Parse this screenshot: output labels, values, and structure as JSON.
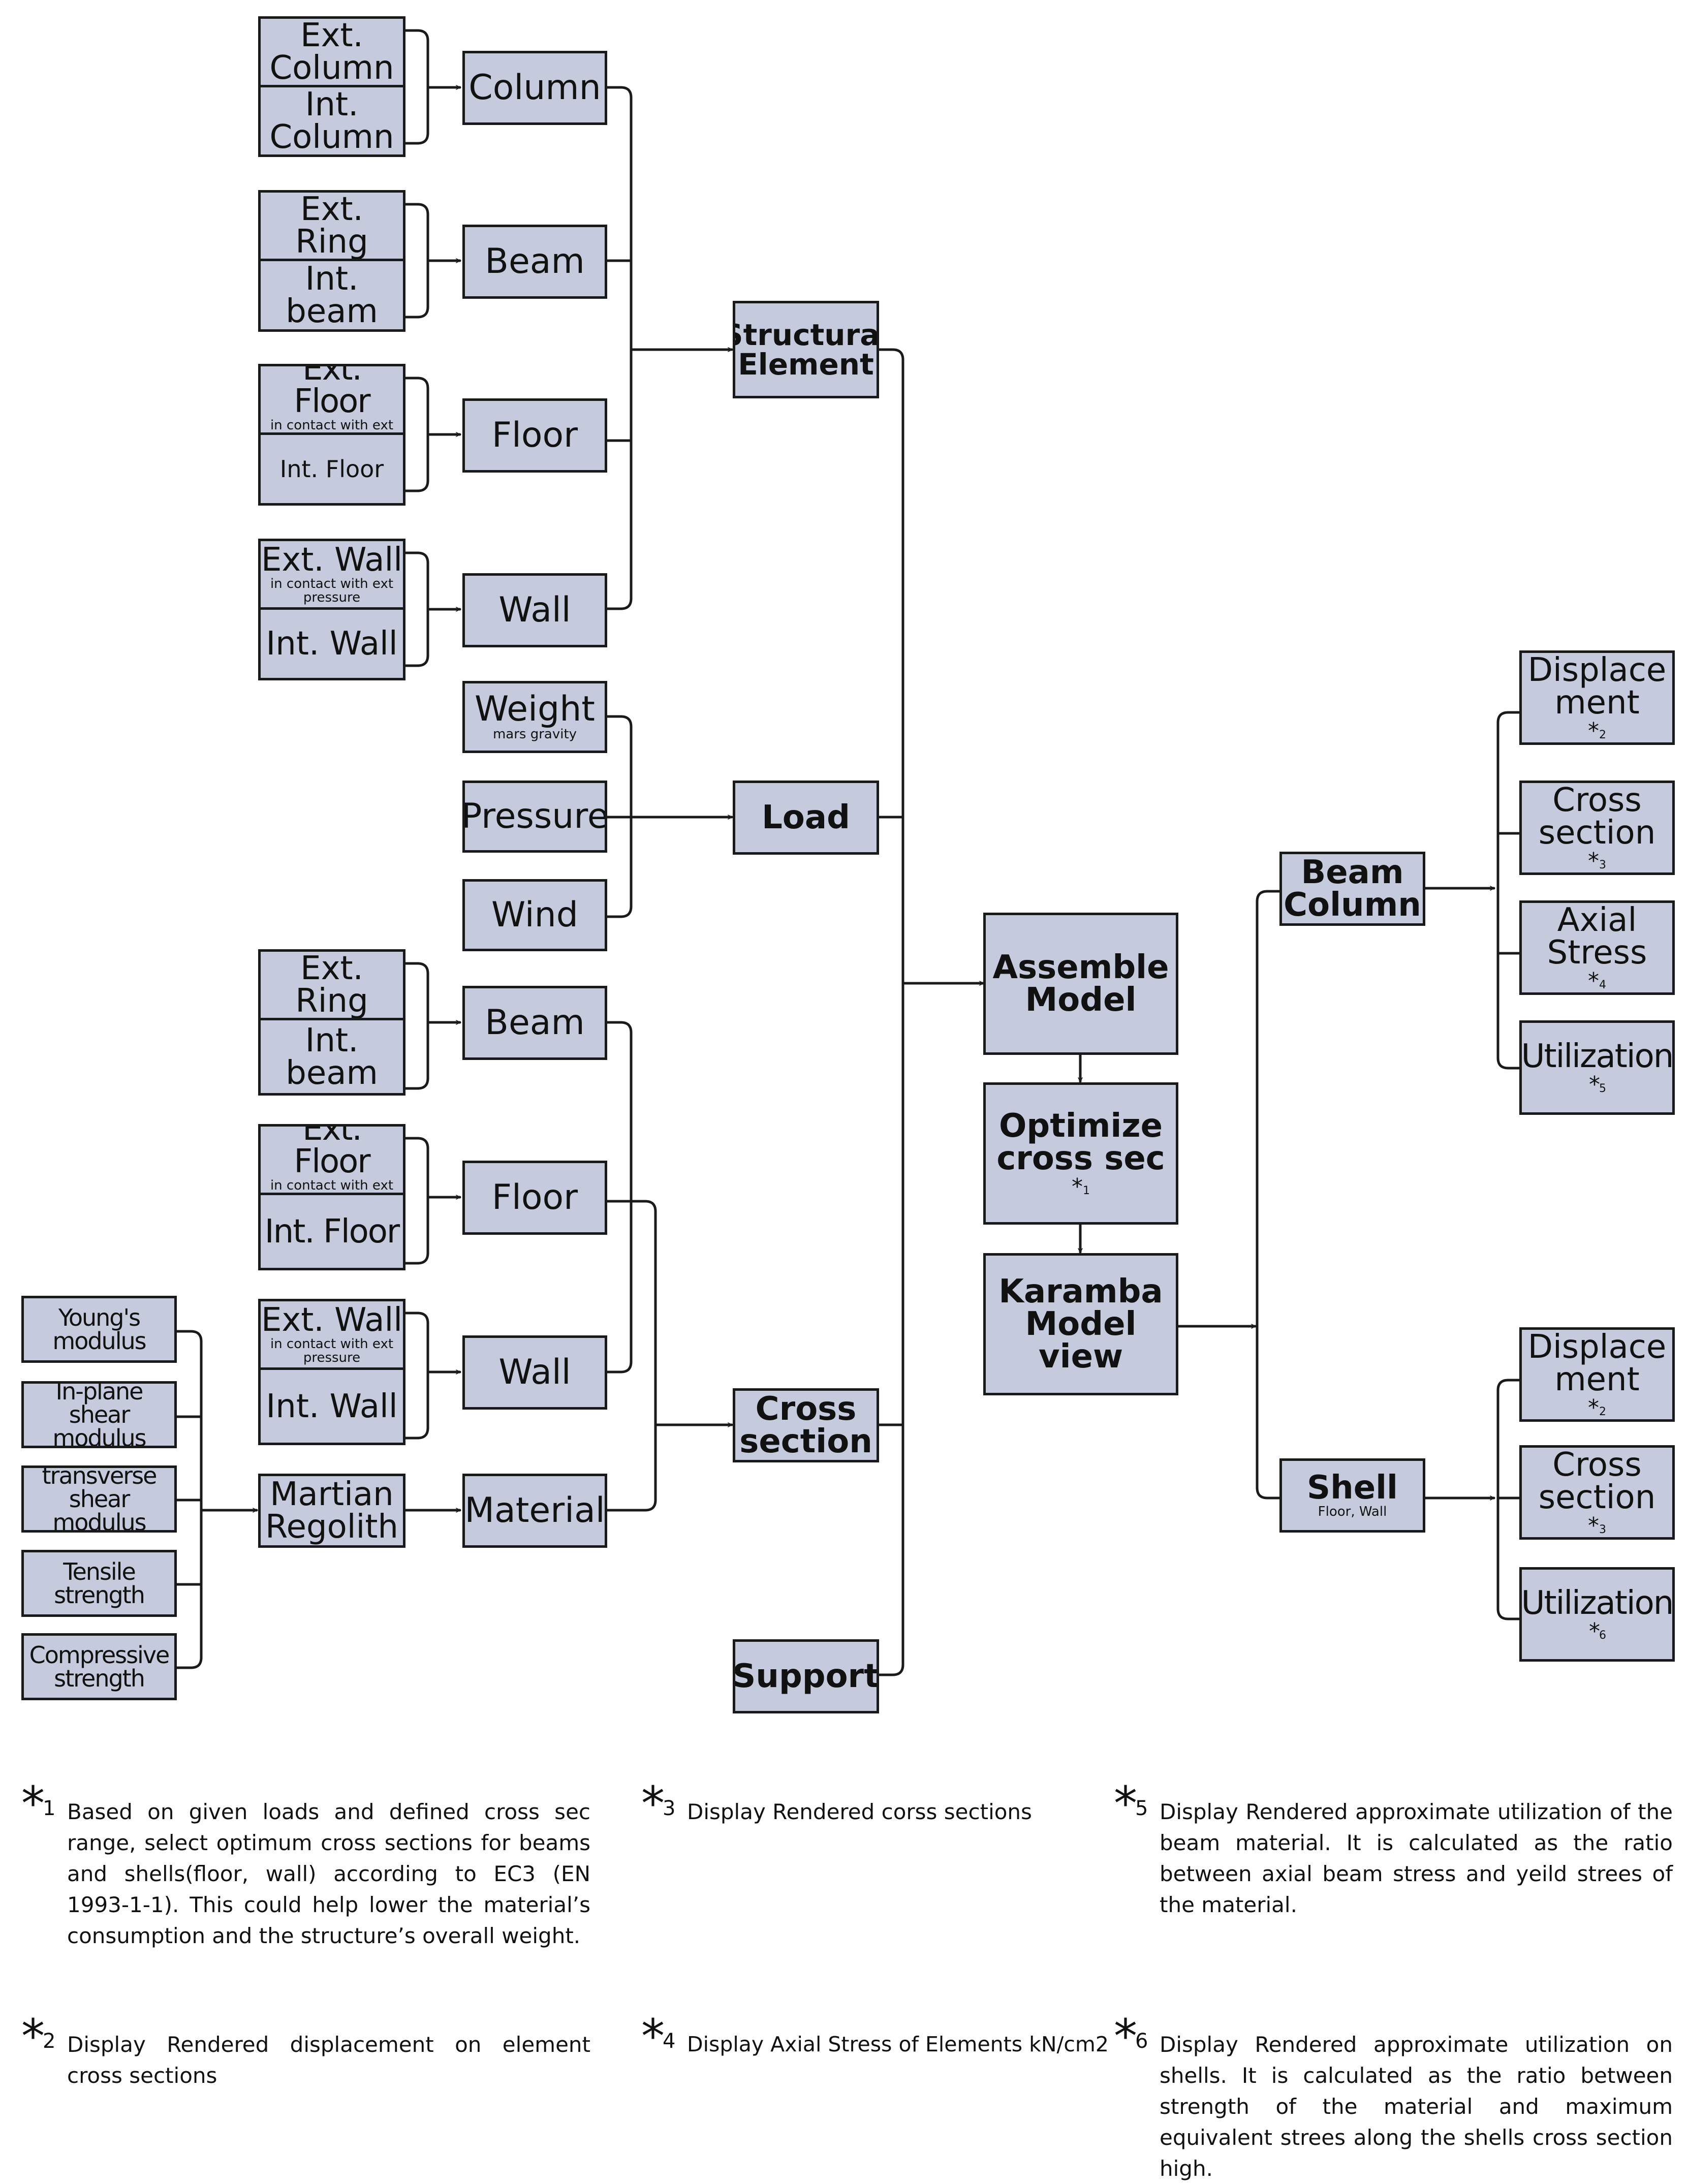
{
  "nodes": {
    "ext_column": "Ext.\nColumn",
    "int_column": "Int.\nColumn",
    "column": "Column",
    "ext_ring_1": "Ext. Ring",
    "int_beam_1": "Int.\nbeam",
    "beam_1": "Beam",
    "ext_floor_1": "Ext. Floor",
    "ext_floor_1_sub": "in contact with ext\npressure",
    "int_floor_1": "Int. Floor",
    "floor_1": "Floor",
    "ext_wall_1": "Ext. Wall",
    "ext_wall_1_sub": "in contact with ext\npressure",
    "int_wall_1": "Int. Wall",
    "wall_1": "Wall",
    "structural_element": "Structural\nElement",
    "weight": "Weight",
    "weight_sub": "mars gravity",
    "pressure": "Pressure",
    "wind": "Wind",
    "load": "Load",
    "ext_ring_2": "Ext. Ring",
    "int_beam_2": "Int.\nbeam",
    "beam_2": "Beam",
    "ext_floor_2": "Ext. Floor",
    "ext_floor_2_sub": "in contact with ext\npressure",
    "int_floor_2": "Int. Floor",
    "floor_2": "Floor",
    "ext_wall_2": "Ext. Wall",
    "ext_wall_2_sub": "in contact with ext\npressure",
    "int_wall_2": "Int. Wall",
    "wall_2": "Wall",
    "youngs_modulus": "Young's\nmodulus",
    "inplane_shear": "In-plane shear\nmodulus",
    "transverse_shear": "transverse\nshear modulus",
    "tensile_strength": "Tensile\nstrength",
    "compressive_strength": "Compressive\nstrength",
    "martian_regolith": "Martian\nRegolith",
    "material": "Material",
    "cross_section": "Cross\nsection",
    "support": "Support",
    "assemble_model": "Assemble\nModel",
    "optimize": "Optimize\ncross sec",
    "optimize_mark": "1",
    "karamba": "Karamba\nModel view",
    "beam_column": "Beam\nColumn",
    "shell": "Shell",
    "shell_sub": "Floor, Wall",
    "displacement_1": "Displace\nment",
    "displacement_1_mark": "2",
    "cross_section_1": "Cross\nsection",
    "cross_section_1_mark": "3",
    "axial_stress": "Axial\nStress",
    "axial_stress_mark": "4",
    "utilization_1": "Utilization",
    "utilization_1_mark": "5",
    "displacement_2": "Displace\nment",
    "displacement_2_mark": "2",
    "cross_section_2": "Cross\nsection",
    "cross_section_2_mark": "3",
    "utilization_2": "Utilization",
    "utilization_2_mark": "6"
  },
  "notes": [
    {
      "num": "1",
      "text": "Based on given loads and defined cross sec range, select optimum cross sections for beams and shells(floor, wall) according to EC3 (EN 1993-1-1). This could help lower the material’s consumption and the structure’s overall weight."
    },
    {
      "num": "3",
      "text": "Display Rendered corss sections"
    },
    {
      "num": "5",
      "text": "Display Rendered approximate utilization of the beam material. It is calculated as the ratio between axial beam stress and yeild strees of the material."
    },
    {
      "num": "2",
      "text": "Display Rendered displacement on element cross sections"
    },
    {
      "num": "4",
      "text": "Display Axial Stress of Elements kN/cm2"
    },
    {
      "num": "6",
      "text": "Display Rendered approximate utilization on shells. It is calculated as the ratio between strength of the material and maximum equivalent strees along the shells cross section high."
    }
  ],
  "asterisk": "*",
  "colors": {
    "box_fill": "#c5cbdc",
    "line": "#1a1a1a"
  }
}
